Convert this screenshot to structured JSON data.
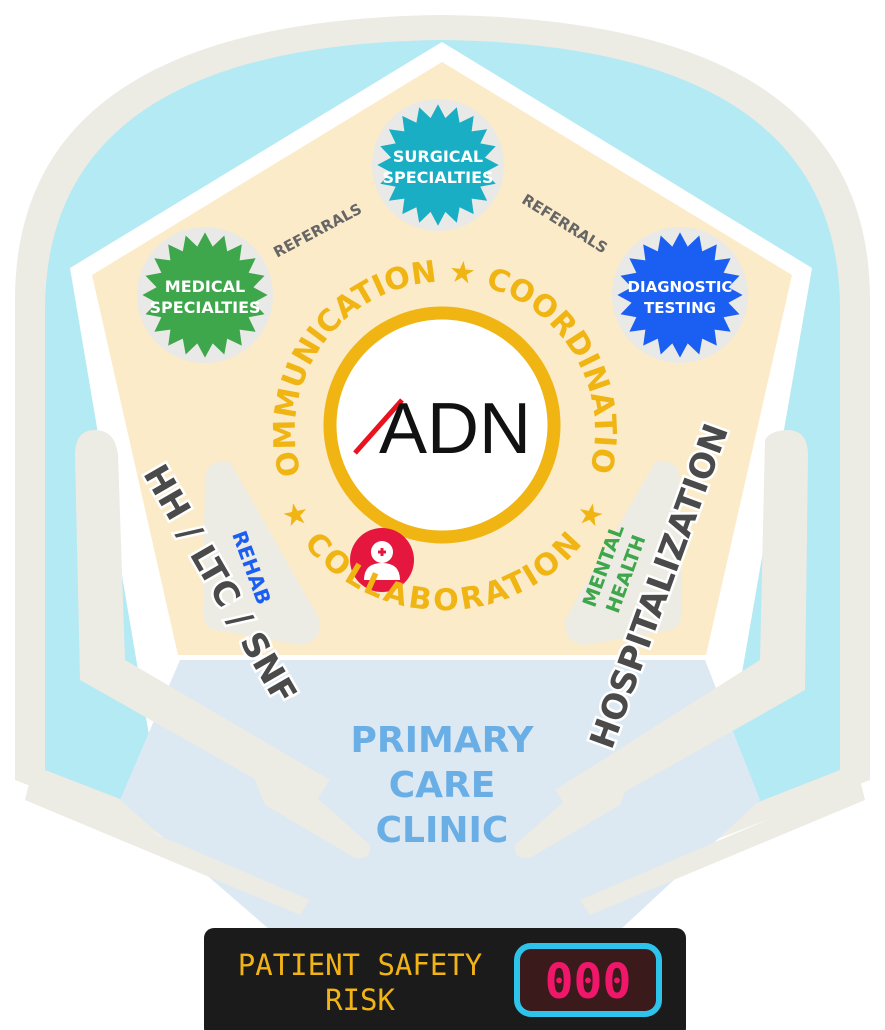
{
  "badges": {
    "surgical": {
      "line1": "SURGICAL",
      "line2": "SPECIALTIES",
      "color": "#19aec4"
    },
    "medical": {
      "line1": "MEDICAL",
      "line2": "SPECIALTIES",
      "color": "#3ea64b"
    },
    "diagnostic": {
      "line1": "DIAGNOSTIC",
      "line2": "TESTING",
      "color": "#1b5ff2"
    }
  },
  "referrals_left": "REFERRALS",
  "referrals_right": "REFERRALS",
  "ring_text_top": "COMMUNICATION ★ COORDINATION",
  "ring_text_bottom": "★ COLLABORATION ★",
  "logo": "ADN",
  "bumpers": {
    "rehab": "REHAB",
    "mental_health_1": "MENTAL",
    "mental_health_2": "HEALTH"
  },
  "side_left": "HH / LTC / SNF",
  "side_right": "HOSPITALIZATION",
  "primary_care": [
    "PRIMARY",
    "CARE",
    "CLINIC"
  ],
  "scoreboard": {
    "label_1": "PATIENT SAFETY",
    "label_2": "RISK",
    "score": "000"
  },
  "icons": {
    "patient": "patient-plus-icon"
  },
  "colors": {
    "ring": "#f0b413",
    "cream": "#fbebc8",
    "sky": "#b4eaf3",
    "primary_care": "#6aaee6",
    "score": "#f0176a",
    "display_text": "#f2b316"
  }
}
